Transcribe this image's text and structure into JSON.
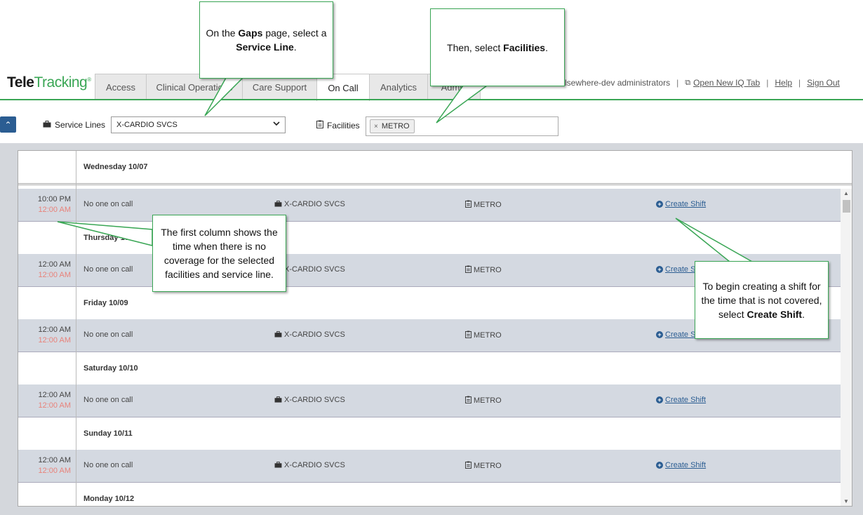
{
  "header": {
    "logo_part1": "Tele",
    "logo_part2": "Tracking",
    "logo_mark": "®",
    "tabs": [
      {
        "label": "Access"
      },
      {
        "label": "Clinical Operations"
      },
      {
        "label": "Care Support"
      },
      {
        "label": "On Call"
      },
      {
        "label": "Analytics"
      },
      {
        "label": "Admin"
      }
    ],
    "active_tab": "On Call",
    "user_label": "telsewhere-dev administrators",
    "open_tab_label": "Open New IQ Tab",
    "help_label": "Help",
    "signout_label": "Sign Out",
    "accent_color": "#3aa655"
  },
  "filters": {
    "service_lines_label": "Service Lines",
    "service_line_value": "X-CARDIO SVCS",
    "facilities_label": "Facilities",
    "facility_chip": "METRO",
    "chip_remove": "×",
    "collapse_glyph": "⌃"
  },
  "grid": {
    "first_day": "Wednesday 10/07",
    "rows": [
      {
        "type": "shift",
        "start": "10:00 PM",
        "end": "12:00 AM",
        "status": "No one on call",
        "service": "X-CARDIO SVCS",
        "facility": "METRO",
        "action": "Create Shift"
      },
      {
        "type": "day",
        "label": "Thursday 10/08"
      },
      {
        "type": "shift",
        "start": "12:00 AM",
        "end": "12:00 AM",
        "status": "No one on call",
        "service": "X-CARDIO SVCS",
        "facility": "METRO",
        "action": "Create Shift"
      },
      {
        "type": "day",
        "label": "Friday 10/09"
      },
      {
        "type": "shift",
        "start": "12:00 AM",
        "end": "12:00 AM",
        "status": "No one on call",
        "service": "X-CARDIO SVCS",
        "facility": "METRO",
        "action": "Create Shift"
      },
      {
        "type": "day",
        "label": "Saturday 10/10"
      },
      {
        "type": "shift",
        "start": "12:00 AM",
        "end": "12:00 AM",
        "status": "No one on call",
        "service": "X-CARDIO SVCS",
        "facility": "METRO",
        "action": "Create Shift"
      },
      {
        "type": "day",
        "label": "Sunday 10/11"
      },
      {
        "type": "shift",
        "start": "12:00 AM",
        "end": "12:00 AM",
        "status": "No one on call",
        "service": "X-CARDIO SVCS",
        "facility": "METRO",
        "action": "Create Shift"
      },
      {
        "type": "day",
        "label": "Monday 10/12"
      }
    ]
  },
  "callouts": {
    "c1": {
      "text_a": "On the ",
      "bold_a": "Gaps",
      "text_b": " page, select a ",
      "bold_b": "Service Line",
      "text_c": "."
    },
    "c2": {
      "text_a": "Then, select ",
      "bold_a": "Facilities",
      "text_b": "."
    },
    "c3": {
      "text": "The first column shows the time when there is no coverage for the selected facilities and service line."
    },
    "c4": {
      "text_a": "To begin creating a shift for the time that is not covered, select ",
      "bold_a": "Create Shift",
      "text_b": "."
    }
  },
  "icons": {
    "briefcase": "briefcase-icon",
    "clipboard": "clipboard-icon",
    "plus_circle": "plus-circle-icon",
    "external_link": "external-link-icon"
  }
}
